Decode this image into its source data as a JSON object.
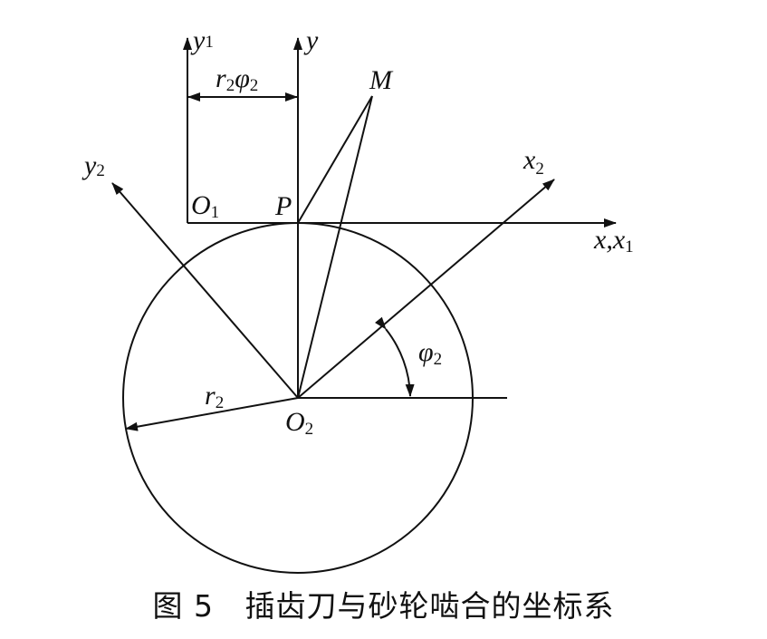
{
  "labels": {
    "y1": {
      "main": "y",
      "sub": "1"
    },
    "y": {
      "main": "y"
    },
    "r2phi2": {
      "main1": "r",
      "sub1": "2",
      "main2": "φ",
      "sub2": "2"
    },
    "M": {
      "main": "M"
    },
    "x2": {
      "main": "x",
      "sub": "2"
    },
    "y2": {
      "main": "y",
      "sub": "2"
    },
    "O1": {
      "main": "O",
      "sub": "1"
    },
    "P": {
      "main": "P"
    },
    "xx1": {
      "main1": "x",
      "sep": ",",
      "main2": "x",
      "sub2": "1"
    },
    "phi2": {
      "main": "φ",
      "sub": "2"
    },
    "r2": {
      "main": "r",
      "sub": "2"
    },
    "O2": {
      "main": "O",
      "sub": "2"
    }
  },
  "caption": "图 5   插齿刀与砂轮啮合的坐标系"
}
